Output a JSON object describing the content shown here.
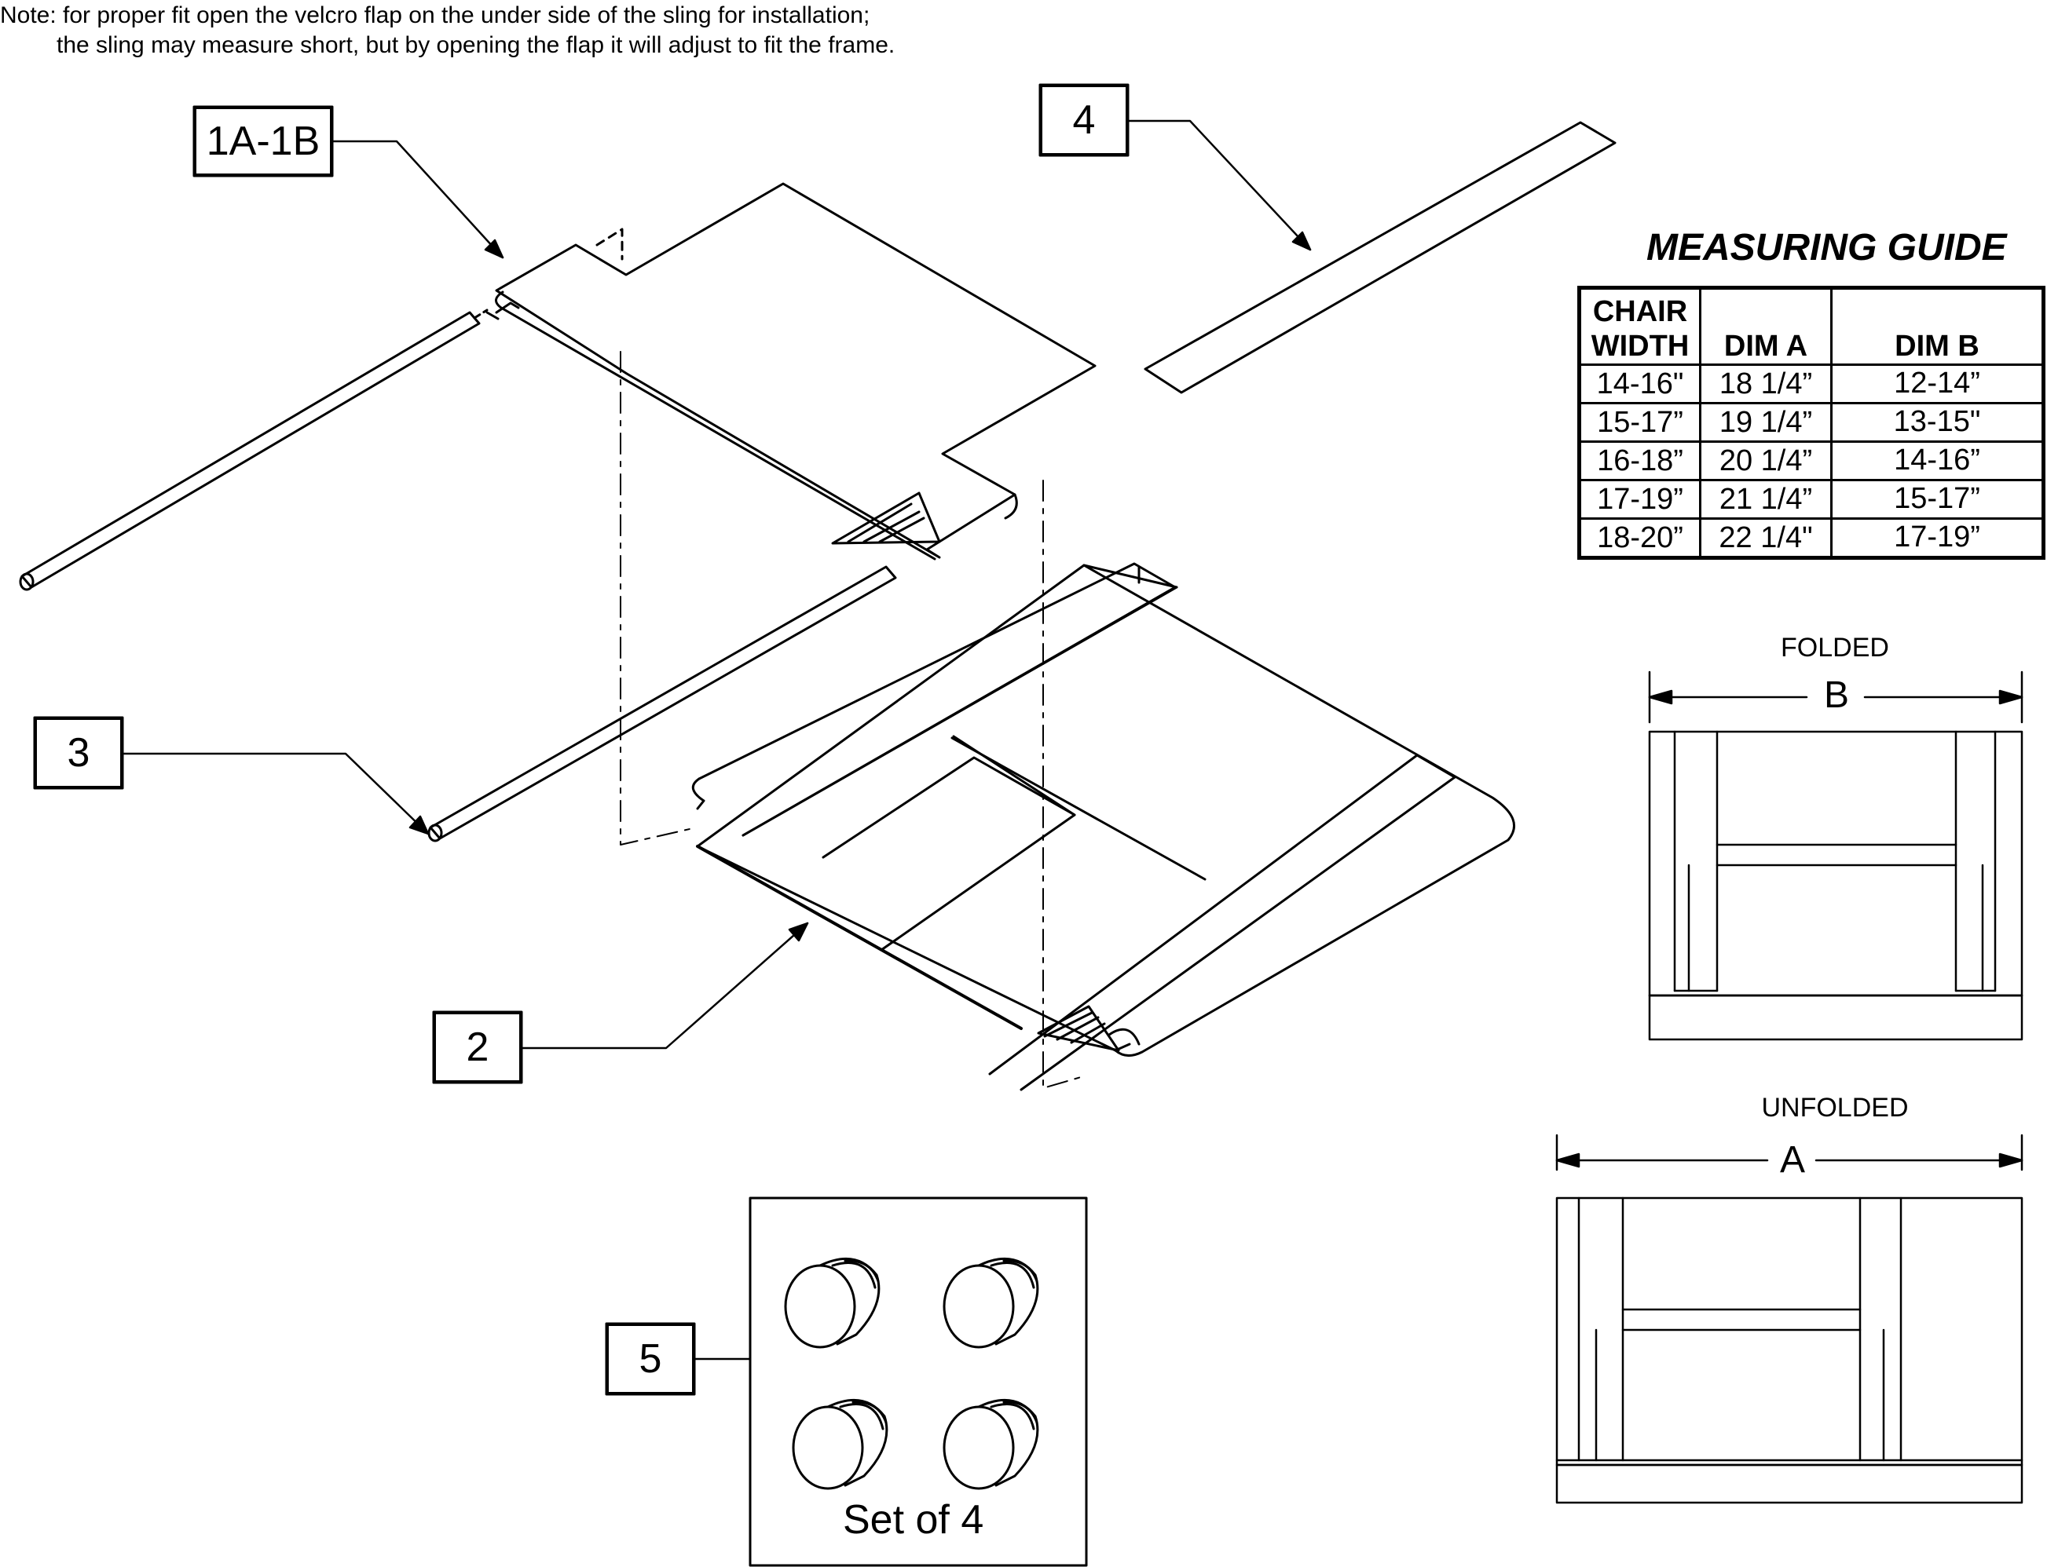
{
  "note": {
    "line1": "Note: for proper fit open the velcro flap on the under side of the sling for installation;",
    "line2": "the sling may measure short, but by opening the flap it will adjust to fit the frame."
  },
  "callouts": {
    "c1": "1A-1B",
    "c2": "2",
    "c3": "3",
    "c4": "4",
    "c5": "5"
  },
  "parts": {
    "set_label": "Set of 4"
  },
  "measuring_guide": {
    "title": "MEASURING GUIDE",
    "headers": {
      "chair_line1": "CHAIR",
      "chair_line2": "WIDTH",
      "dim_a": "DIM A",
      "dim_b": "DIM B"
    },
    "rows": [
      {
        "width": "14-16\"",
        "dim_a": "18 1/4”",
        "dim_b": "12-14”"
      },
      {
        "width": "15-17”",
        "dim_a": "19 1/4”",
        "dim_b": "13-15\""
      },
      {
        "width": "16-18”",
        "dim_a": "20 1/4”",
        "dim_b": "14-16”"
      },
      {
        "width": "17-19”",
        "dim_a": "21 1/4”",
        "dim_b": "15-17”"
      },
      {
        "width": "18-20”",
        "dim_a": "22 1/4\"",
        "dim_b": "17-19”"
      }
    ]
  },
  "folded": {
    "label": "FOLDED",
    "dimension": "B"
  },
  "unfolded": {
    "label": "UNFOLDED",
    "dimension": "A"
  }
}
